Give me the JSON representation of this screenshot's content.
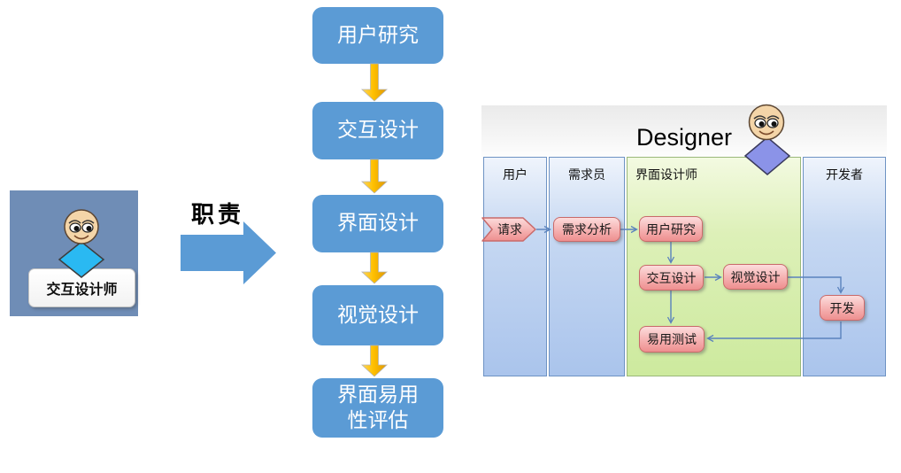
{
  "role_card": {
    "label": "交互设计师"
  },
  "transition": {
    "label": "职责"
  },
  "responsibility_flow": {
    "steps": [
      "用户研究",
      "交互设计",
      "界面设计",
      "视觉设计",
      "界面易用性评估"
    ]
  },
  "swimlane": {
    "title": "Designer",
    "lanes": [
      "用户",
      "需求员",
      "界面设计师",
      "开发者"
    ],
    "nodes": {
      "request": "请求",
      "analysis": "需求分析",
      "research": "用户研究",
      "interaction": "交互设计",
      "visual": "视觉设计",
      "develop": "开发",
      "usability": "易用测试"
    }
  },
  "colors": {
    "step_box_blue": "#5b9bd5",
    "gold_arrow": "#ffc000",
    "role_square_blue": "#6f8db6",
    "cyan_diamond": "#2ab9f2",
    "purple_diamond": "#8b93e8",
    "node_pink": "#f5b0b0",
    "node_border": "#c96a6a",
    "lane_blue": "#aac4ec",
    "lane_green": "#cdea9e",
    "connector_blue": "#5a82bd",
    "face_skin": "#f4d5a8"
  }
}
